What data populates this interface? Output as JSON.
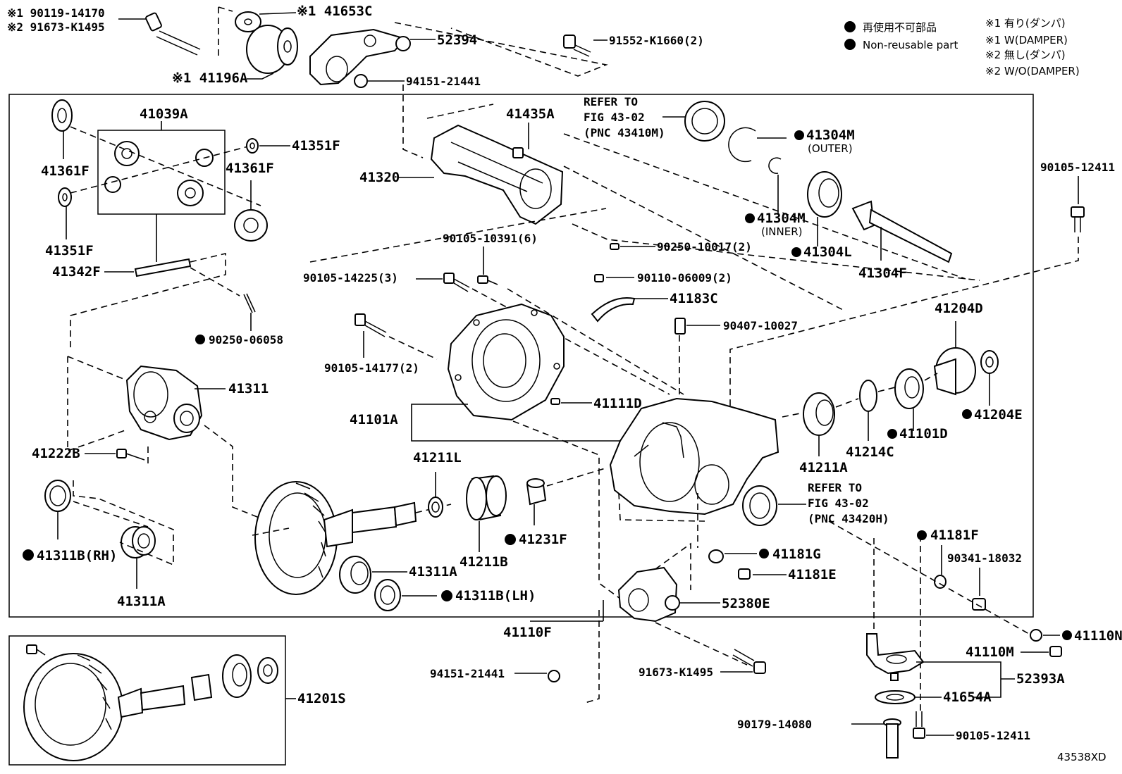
{
  "legend": {
    "nonreusable_jp": "再使用不可部品",
    "nonreusable_en": "Non-reusable part",
    "note1_jp": "※1 有り(ダンパ)",
    "note1_en": "※1 W(DAMPER)",
    "note2_jp": "※2 無し(ダンパ)",
    "note2_en": "※2 W/O(DAMPER)"
  },
  "refer": {
    "r1_line1": "REFER TO",
    "r1_line2": "FIG 43-02",
    "r1_line3": "(PNC 43410M)",
    "r2_line1": "REFER TO",
    "r2_line2": "FIG 43-02",
    "r2_line3": "(PNC 43420H)"
  },
  "labels": {
    "l_90119": "※1 90119-14170",
    "l_91673a": "※2 91673-K1495",
    "l_41653c": "※1 41653C",
    "l_41196a": "※1 41196A",
    "l_52394": "52394",
    "l_94151a": "94151-21441",
    "l_91552": "91552-K1660(2)",
    "l_41039a": "41039A",
    "l_41351f_a": "41351F",
    "l_41361f_a": "41361F",
    "l_41361f_b": "41361F",
    "l_41351f_b": "41351F",
    "l_41342f": "41342F",
    "l_90250_06058": "90250-06058",
    "l_41435a": "41435A",
    "l_41320": "41320",
    "l_90250_10017": "90250-10017(2)",
    "l_41304m_o": "41304M",
    "l_outer": "(OUTER)",
    "l_41304m_i": "41304M",
    "l_inner": "(INNER)",
    "l_41304l": "41304L",
    "l_41304f": "41304F",
    "l_90105_12411a": "90105-12411",
    "l_90105_10391": "90105-10391(6)",
    "l_90105_14225": "90105-14225(3)",
    "l_90110": "90110-06009(2)",
    "l_41183c": "41183C",
    "l_90407": "90407-10027",
    "l_41204d": "41204D",
    "l_41311": "41311",
    "l_90105_14177": "90105-14177(2)",
    "l_41111d": "41111D",
    "l_41101a": "41101A",
    "l_41204e": "41204E",
    "l_41101d": "41101D",
    "l_41214c": "41214C",
    "l_41211a": "41211A",
    "l_41222b": "41222B",
    "l_41211l": "41211L",
    "l_41231f": "41231F",
    "l_41211b": "41211B",
    "l_41311b_rh": "41311B(RH)",
    "l_41311a_a": "41311A",
    "l_41311a_b": "41311A",
    "l_41311b_lh": "41311B(LH)",
    "l_41181g": "41181G",
    "l_41181e": "41181E",
    "l_41181f": "41181F",
    "l_90341": "90341-18032",
    "l_52380e": "52380E",
    "l_41110f": "41110F",
    "l_41110n": "41110N",
    "l_41110m": "41110M",
    "l_94151b": "94151-21441",
    "l_91673b": "91673-K1495",
    "l_52393a": "52393A",
    "l_41654a": "41654A",
    "l_41201s": "41201S",
    "l_90179": "90179-14080",
    "l_90105_12411b": "90105-12411",
    "l_fig": "43538XD"
  }
}
